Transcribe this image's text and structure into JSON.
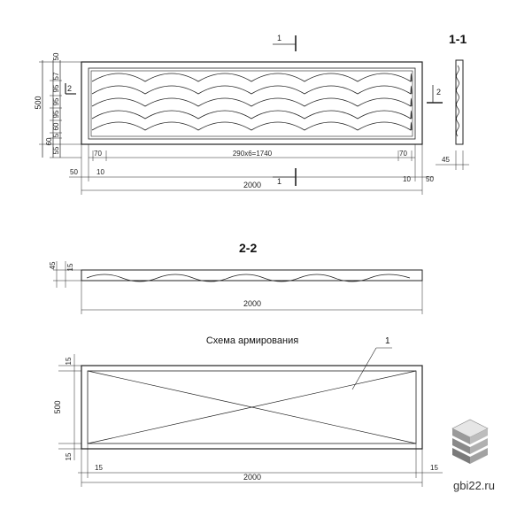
{
  "sections": {
    "s11": "1-1",
    "s22": "2-2"
  },
  "cut_marks": {
    "one": "1",
    "two": "2"
  },
  "plan_view": {
    "left_dims": [
      "50",
      "57",
      "2",
      "95",
      "95",
      "95",
      "60",
      "5",
      "60",
      "55"
    ],
    "overall_height": "500",
    "bottom_dims": {
      "left70": "70",
      "spacing": "290x6=1740",
      "right70": "70",
      "left50": "50",
      "left10": "10",
      "right10": "10",
      "right50": "50",
      "total": "2000"
    },
    "section_thickness": "45"
  },
  "section_view": {
    "left_dims": [
      "45",
      "15"
    ],
    "total": "2000"
  },
  "reinforcement": {
    "title": "Схема армирования",
    "callout": "1",
    "left_dims": [
      "15",
      "500",
      "15"
    ],
    "bottom_dims": {
      "left": "15",
      "total": "2000",
      "right": "15"
    }
  },
  "watermark": {
    "text": "gbi22.ru",
    "logo": "cube-stack-icon"
  }
}
